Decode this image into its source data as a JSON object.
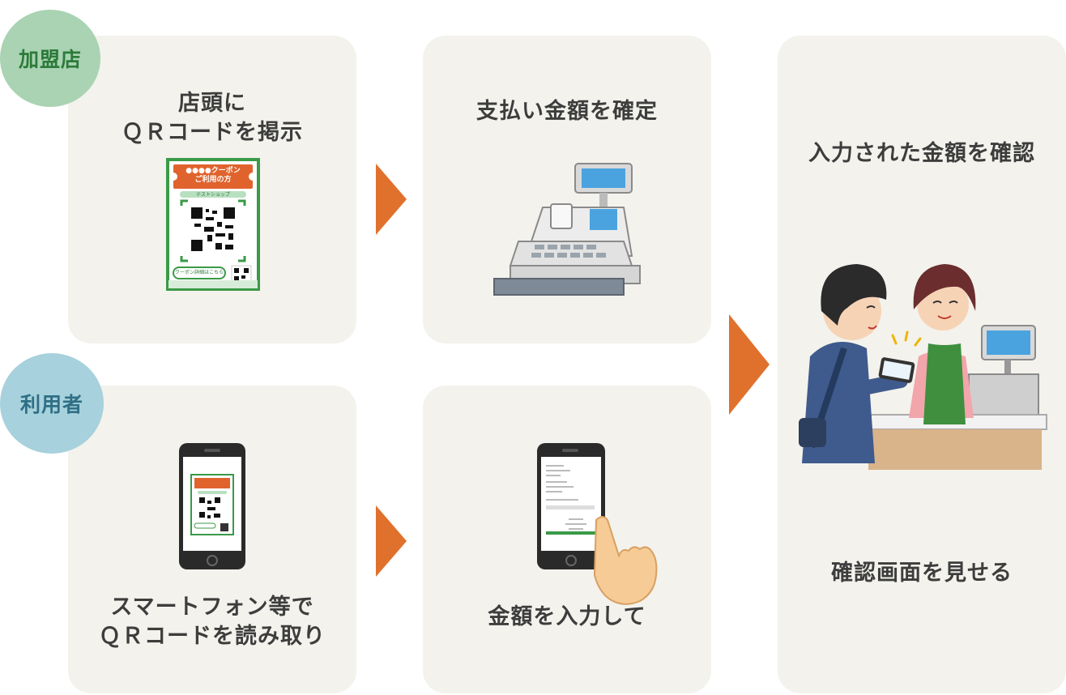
{
  "badges": {
    "store": "加盟店",
    "user": "利用者"
  },
  "steps": {
    "store_qr": {
      "line1": "店頭に",
      "line2": "ＱＲコードを掲示"
    },
    "store_amount": {
      "title": "支払い金額を確定"
    },
    "user_scan": {
      "line1": "スマートフォン等で",
      "line2": "ＱＲコードを読み取り"
    },
    "user_input": {
      "title": "金額を入力して"
    },
    "confirm": {
      "top": "入力された金額を確認",
      "bottom": "確認画面を見せる"
    }
  },
  "poster": {
    "heading1": "●●●●クーポン",
    "heading2": "ご利用の方",
    "shop": "テストショップ",
    "detail": "クーポン詳細はこちら"
  },
  "colors": {
    "card": "#f3f2ec",
    "arrow": "#e0712d",
    "store_badge": "#a9d3b2",
    "store_badge_text": "#2d7a3a",
    "user_badge": "#a7d1dc",
    "user_badge_text": "#2f6f86",
    "poster_green": "#3a9a47",
    "poster_orange": "#e0632e"
  }
}
